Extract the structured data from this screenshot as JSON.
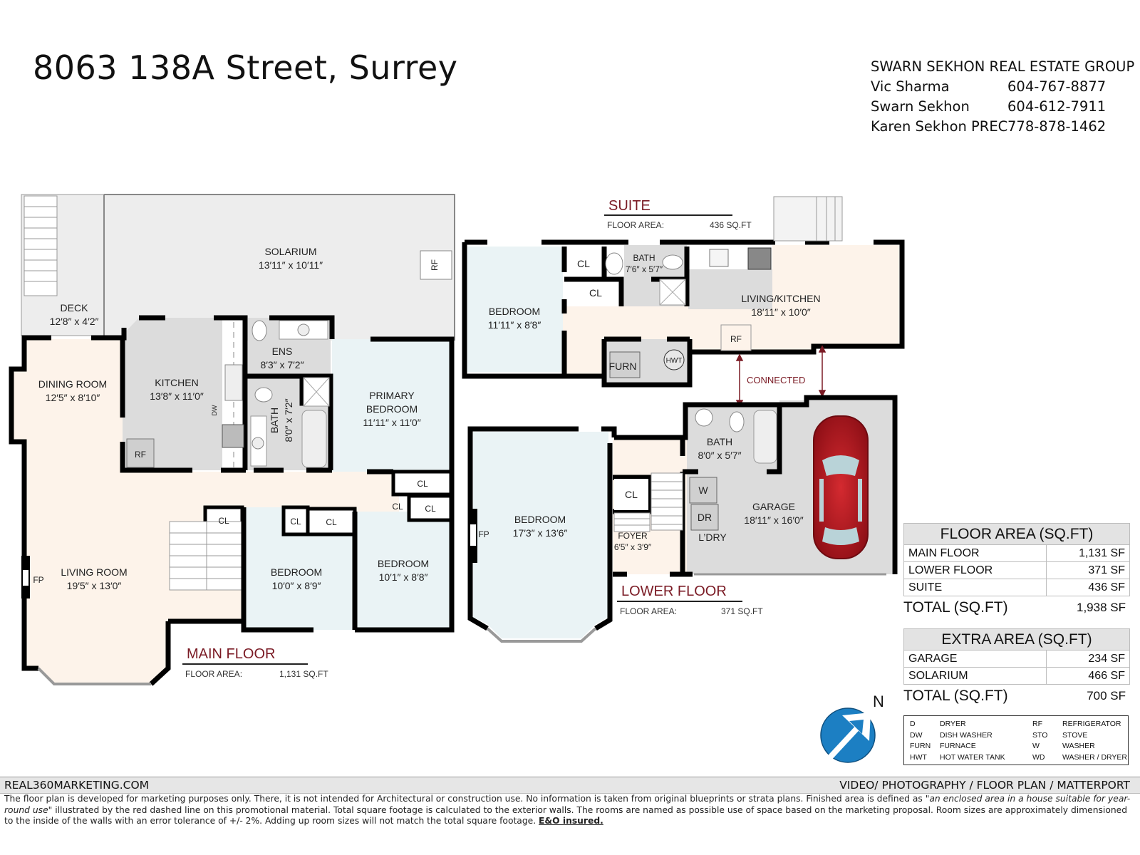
{
  "header": {
    "title": "8063 138A Street, Surrey",
    "agency": "SWARN SEKHON REAL ESTATE GROUP",
    "agents": [
      {
        "name": "Vic Sharma",
        "phone": "604-767-8877"
      },
      {
        "name": "Swarn Sekhon",
        "phone": "604-612-7911"
      },
      {
        "name": "Karen Sekhon PREC",
        "phone": "778-878-1462"
      }
    ]
  },
  "colors": {
    "wall": "#000000",
    "living_fill": "#fdf3ea",
    "bedroom_fill": "#eaf3f5",
    "service_fill": "#d9d9d9",
    "solarium_fill": "#ededed",
    "floor_title": "#7a1a24",
    "compass": "#1c7fc3",
    "car": "#b3171f"
  },
  "floors": {
    "main": {
      "title": "MAIN FLOOR",
      "area_label": "FLOOR AREA:",
      "area_value": "1,131 SQ.FT",
      "rooms": [
        {
          "name": "SOLARIUM",
          "size": "13′11″ x 10′11″"
        },
        {
          "name": "DECK",
          "size": "12′8″ x 4′2″"
        },
        {
          "name": "DINING ROOM",
          "size": "12′5″ x 8′10″"
        },
        {
          "name": "KITCHEN",
          "size": "13′8″ x 11′0″"
        },
        {
          "name": "ENS",
          "size": "8′3″ x 7′2″"
        },
        {
          "name": "BATH",
          "size": "8′0″ x 7′2″"
        },
        {
          "name": "PRIMARY",
          "name2": "BEDROOM",
          "size": "11′11″ x 11′0″"
        },
        {
          "name": "LIVING ROOM",
          "size": "19′5″ x 13′0″"
        },
        {
          "name": "BEDROOM",
          "size": "10′0″ x 8′9″"
        },
        {
          "name": "BEDROOM",
          "size": "10′1″ x 8′8″"
        }
      ],
      "fixtures": {
        "rf": "RF",
        "dw": "DW",
        "fp": "FP",
        "cl": "CL"
      }
    },
    "suite": {
      "title": "SUITE",
      "area_label": "FLOOR AREA:",
      "area_value": "436 SQ.FT",
      "rooms": [
        {
          "name": "BEDROOM",
          "size": "11′11″ x 8′8″"
        },
        {
          "name": "BATH",
          "size": "7′6″ x 5′7″"
        },
        {
          "name": "LIVING/KITCHEN",
          "size": "18′11″ x 10′0″"
        }
      ],
      "fixtures": {
        "rf": "RF",
        "furn": "FURN",
        "hwt": "HWT",
        "cl": "CL"
      }
    },
    "lower": {
      "title": "LOWER FLOOR",
      "area_label": "FLOOR AREA:",
      "area_value": "371 SQ.FT",
      "rooms": [
        {
          "name": "BEDROOM",
          "size": "17′3″ x 13′6″"
        },
        {
          "name": "FOYER",
          "size": "6′5″ x 3′9″"
        },
        {
          "name": "BATH",
          "size": "8′0″ x 5′7″"
        },
        {
          "name": "GARAGE",
          "size": "18′11″ x 16′0″"
        },
        {
          "name": "L’DRY",
          "size": ""
        }
      ],
      "fixtures": {
        "w": "W",
        "dr": "DR",
        "fp": "FP",
        "cl": "CL"
      }
    },
    "connected_label": "CONNECTED"
  },
  "floor_area_table": {
    "header": "FLOOR AREA (SQ.FT)",
    "rows": [
      {
        "label": "MAIN FLOOR",
        "value": "1,131 SF"
      },
      {
        "label": "LOWER FLOOR",
        "value": "371 SF"
      },
      {
        "label": "SUITE",
        "value": "436 SF"
      }
    ],
    "total_label": "TOTAL (SQ.FT)",
    "total_value": "1,938 SF"
  },
  "extra_area_table": {
    "header": "EXTRA AREA (SQ.FT)",
    "rows": [
      {
        "label": "GARAGE",
        "value": "234 SF"
      },
      {
        "label": "SOLARIUM",
        "value": "466 SF"
      }
    ],
    "total_label": "TOTAL (SQ.FT)",
    "total_value": "700 SF"
  },
  "compass": {
    "label": "N"
  },
  "legend": [
    {
      "abbr": "D",
      "meaning": "DRYER",
      "abbr2": "RF",
      "meaning2": "REFRIGERATOR"
    },
    {
      "abbr": "DW",
      "meaning": "DISH WASHER",
      "abbr2": "STO",
      "meaning2": "STOVE"
    },
    {
      "abbr": "FURN",
      "meaning": "FURNACE",
      "abbr2": "W",
      "meaning2": "WASHER"
    },
    {
      "abbr": "HWT",
      "meaning": "HOT WATER TANK",
      "abbr2": "WD",
      "meaning2": "WASHER / DRYER"
    }
  ],
  "footer": {
    "website": "REAL360MARKETING.COM",
    "services": "VIDEO/ PHOTOGRAPHY / FLOOR PLAN / MATTERPORT",
    "disclaimer_1": "The floor plan is developed for marketing purposes only. There, it is not intended for Architectural or construction use. No information is  taken from original blueprints or strata plans. Finished area is defined as ",
    "disclaimer_quote": "\"an enclosed area in a house suitable for year-round use\"",
    "disclaimer_2": " illustrated by the red dashed line on this promotional material. Total square footage is calculated to the exterior walls. The rooms are named as possible use of space based on the marketing proposal. Room sizes are approximately dimensioned to the inside of the walls with an error tolerance of +/- 2%. Adding up room sizes will not match the total square footage. ",
    "disclaimer_eo": "E&O insured."
  }
}
